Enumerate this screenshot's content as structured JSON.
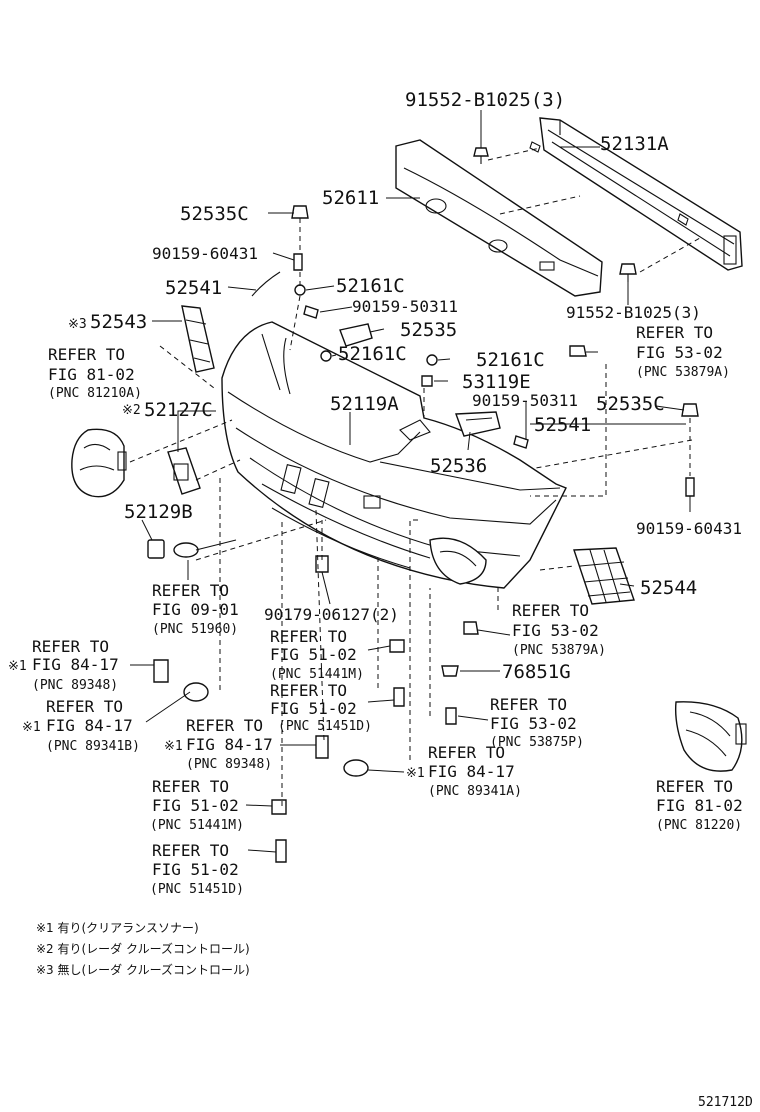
{
  "labels": {
    "p91552_top": "91552-B1025(3)",
    "p52131A": "52131A",
    "p52611": "52611",
    "p52535C_top": "52535C",
    "p90159_60431_top": "90159-60431",
    "p52541_top": "52541",
    "p52161C_a": "52161C",
    "p90159_50311_a": "90159-50311",
    "p91552_bot": "91552-B1025(3)",
    "p52543": "52543",
    "p52535": "52535",
    "p52161C_b": "52161C",
    "p52161C_c": "52161C",
    "p53119E": "53119E",
    "p90159_50311_b": "90159-50311",
    "p52535C_right": "52535C",
    "p52127C": "52127C",
    "p52119A": "52119A",
    "p52541_right": "52541",
    "p52536": "52536",
    "p52129B": "52129B",
    "p90159_60431_right": "90159-60431",
    "p52544": "52544",
    "p90179": "90179-06127(2)",
    "p76851G": "76851G"
  },
  "markers": {
    "m1": "※1",
    "m2": "※2",
    "m3": "※3"
  },
  "refs": {
    "fig53_02_a": {
      "line1": "REFER TO",
      "line2": "FIG 53-02",
      "line3": "(PNC 53879A)"
    },
    "fig81_02_a": {
      "line1": "REFER TO",
      "line2": "FIG 81-02",
      "line3": "(PNC 81210A)"
    },
    "fig09_01": {
      "line1": "REFER TO",
      "line2": "FIG 09-01",
      "line3": "(PNC 51960)"
    },
    "fig53_02_b": {
      "line1": "REFER TO",
      "line2": "FIG 53-02",
      "line3": "(PNC 53879A)"
    },
    "fig84_17_a": {
      "line1": "REFER TO",
      "line2": "FIG 84-17",
      "line3": "(PNC 89348)"
    },
    "fig51_02_a": {
      "line1": "REFER TO",
      "line2": "FIG 51-02",
      "line3": "(PNC 51441M)"
    },
    "fig84_17_b": {
      "line1": "REFER TO",
      "line2": "FIG 84-17",
      "line3": "(PNC 89341B)"
    },
    "fig51_02_b": {
      "line1": "REFER TO",
      "line2": "FIG 51-02",
      "line3": "(PNC 51451D)"
    },
    "fig53_02_c": {
      "line1": "REFER TO",
      "line2": "FIG 53-02",
      "line3": "(PNC 53875P)"
    },
    "fig84_17_c": {
      "line1": "REFER TO",
      "line2": "FIG 84-17",
      "line3": "(PNC 89348)"
    },
    "fig84_17_d": {
      "line1": "REFER TO",
      "line2": "FIG 84-17",
      "line3": "(PNC 89341A)"
    },
    "fig51_02_c": {
      "line1": "REFER TO",
      "line2": "FIG 51-02",
      "line3": "(PNC 51441M)"
    },
    "fig51_02_d": {
      "line1": "REFER TO",
      "line2": "FIG 51-02",
      "line3": "(PNC 51451D)"
    },
    "fig81_02_b": {
      "line1": "REFER TO",
      "line2": "FIG 81-02",
      "line3": "(PNC 81220)"
    }
  },
  "notes": [
    "※1 有り(クリアランスソナー)",
    "※2 有り(レーダ クルーズコントロール)",
    "※3 無し(レーダ クルーズコントロール)"
  ],
  "diagram_id": "521712D"
}
